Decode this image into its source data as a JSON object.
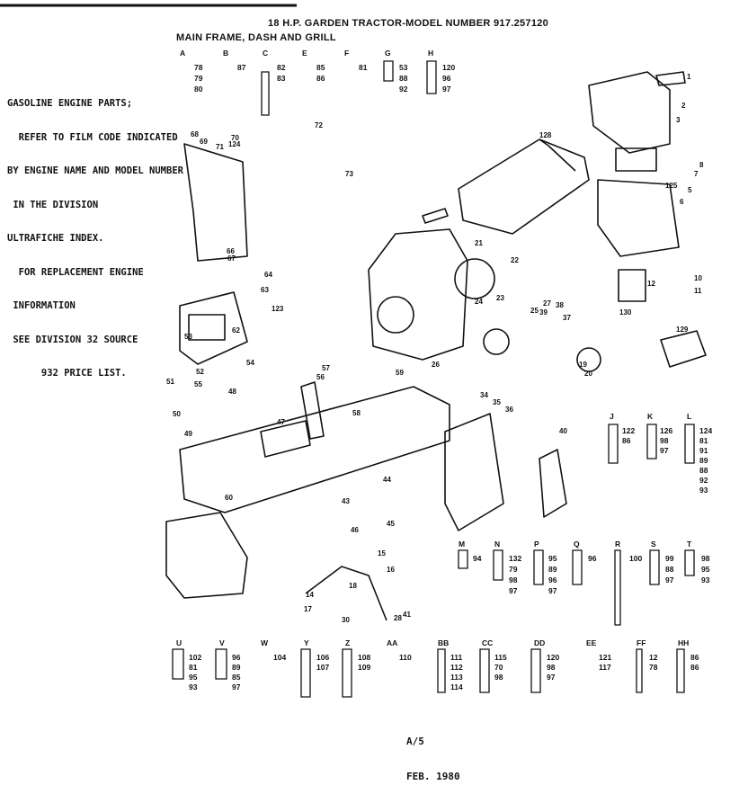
{
  "header": {
    "title": "18 H.P. GARDEN TRACTOR-MODEL NUMBER 917.257120",
    "subtitle": "MAIN FRAME, DASH AND GRILL"
  },
  "note": {
    "lines": [
      "GASOLINE ENGINE PARTS;",
      "  REFER TO FILM CODE INDICATED",
      "BY ENGINE NAME AND MODEL NUMBER",
      " IN THE DIVISION",
      "ULTRAFICHE INDEX.",
      "  FOR REPLACEMENT ENGINE",
      " INFORMATION",
      " SEE DIVISION 32 SOURCE",
      "      932 PRICE LIST."
    ]
  },
  "footer": {
    "line1": "A/5",
    "line2": "FEB. 1980"
  },
  "hardware_top": [
    {
      "letter": "A",
      "nums": [
        "78",
        "79",
        "80"
      ]
    },
    {
      "letter": "B",
      "nums": [
        "87"
      ]
    },
    {
      "letter": "C",
      "nums": [
        "82",
        "83"
      ]
    },
    {
      "letter": "E",
      "nums": [
        "85",
        "86"
      ]
    },
    {
      "letter": "F",
      "nums": [
        "81"
      ]
    },
    {
      "letter": "G",
      "nums": [
        "53",
        "88",
        "92"
      ]
    },
    {
      "letter": "H",
      "nums": [
        "120",
        "96",
        "97"
      ]
    }
  ],
  "hardware_right": [
    {
      "letter": "J",
      "nums": [
        "122",
        "86"
      ]
    },
    {
      "letter": "K",
      "nums": [
        "126",
        "98",
        "97"
      ]
    },
    {
      "letter": "L",
      "nums": [
        "124",
        "81",
        "91",
        "89",
        "88",
        "92",
        "93"
      ]
    }
  ],
  "hardware_mid": [
    {
      "letter": "M",
      "nums": [
        "94"
      ]
    },
    {
      "letter": "N",
      "nums": [
        "132",
        "79",
        "98",
        "97"
      ]
    },
    {
      "letter": "P",
      "nums": [
        "95",
        "89",
        "96",
        "97"
      ]
    },
    {
      "letter": "Q",
      "nums": [
        "96"
      ]
    },
    {
      "letter": "R",
      "nums": [
        "100"
      ]
    },
    {
      "letter": "S",
      "nums": [
        "99",
        "88",
        "97"
      ]
    },
    {
      "letter": "T",
      "nums": [
        "98",
        "95",
        "93"
      ]
    }
  ],
  "hardware_bottom": [
    {
      "letter": "U",
      "nums": [
        "102",
        "81",
        "95",
        "93"
      ]
    },
    {
      "letter": "V",
      "nums": [
        "96",
        "89",
        "85",
        "97"
      ]
    },
    {
      "letter": "W",
      "nums": [
        "104"
      ]
    },
    {
      "letter": "Y",
      "nums": [
        "106",
        "107"
      ]
    },
    {
      "letter": "Z",
      "nums": [
        "108",
        "109"
      ]
    },
    {
      "letter": "AA",
      "nums": [
        "110"
      ]
    },
    {
      "letter": "BB",
      "nums": [
        "111",
        "112",
        "113",
        "114"
      ]
    },
    {
      "letter": "CC",
      "nums": [
        "115",
        "70",
        "98"
      ]
    },
    {
      "letter": "DD",
      "nums": [
        "120",
        "98",
        "97"
      ]
    },
    {
      "letter": "EE",
      "nums": [
        "121",
        "117"
      ]
    },
    {
      "letter": "FF",
      "nums": [
        "12",
        "78"
      ]
    },
    {
      "letter": "HH",
      "nums": [
        "86",
        "86"
      ]
    }
  ],
  "callouts": [
    "1",
    "2",
    "3",
    "5",
    "6",
    "7",
    "8",
    "10",
    "11",
    "12",
    "14",
    "15",
    "16",
    "17",
    "18",
    "19",
    "20",
    "21",
    "22",
    "23",
    "24",
    "25",
    "26",
    "27",
    "28",
    "30",
    "34",
    "35",
    "36",
    "37",
    "38",
    "39",
    "40",
    "41",
    "43",
    "44",
    "45",
    "46",
    "47",
    "48",
    "49",
    "50",
    "51",
    "52",
    "53",
    "54",
    "55",
    "56",
    "57",
    "58",
    "59",
    "60",
    "62",
    "63",
    "64",
    "66",
    "67",
    "68",
    "69",
    "70",
    "71",
    "72",
    "73",
    "123",
    "124",
    "125",
    "128",
    "129",
    "130"
  ]
}
